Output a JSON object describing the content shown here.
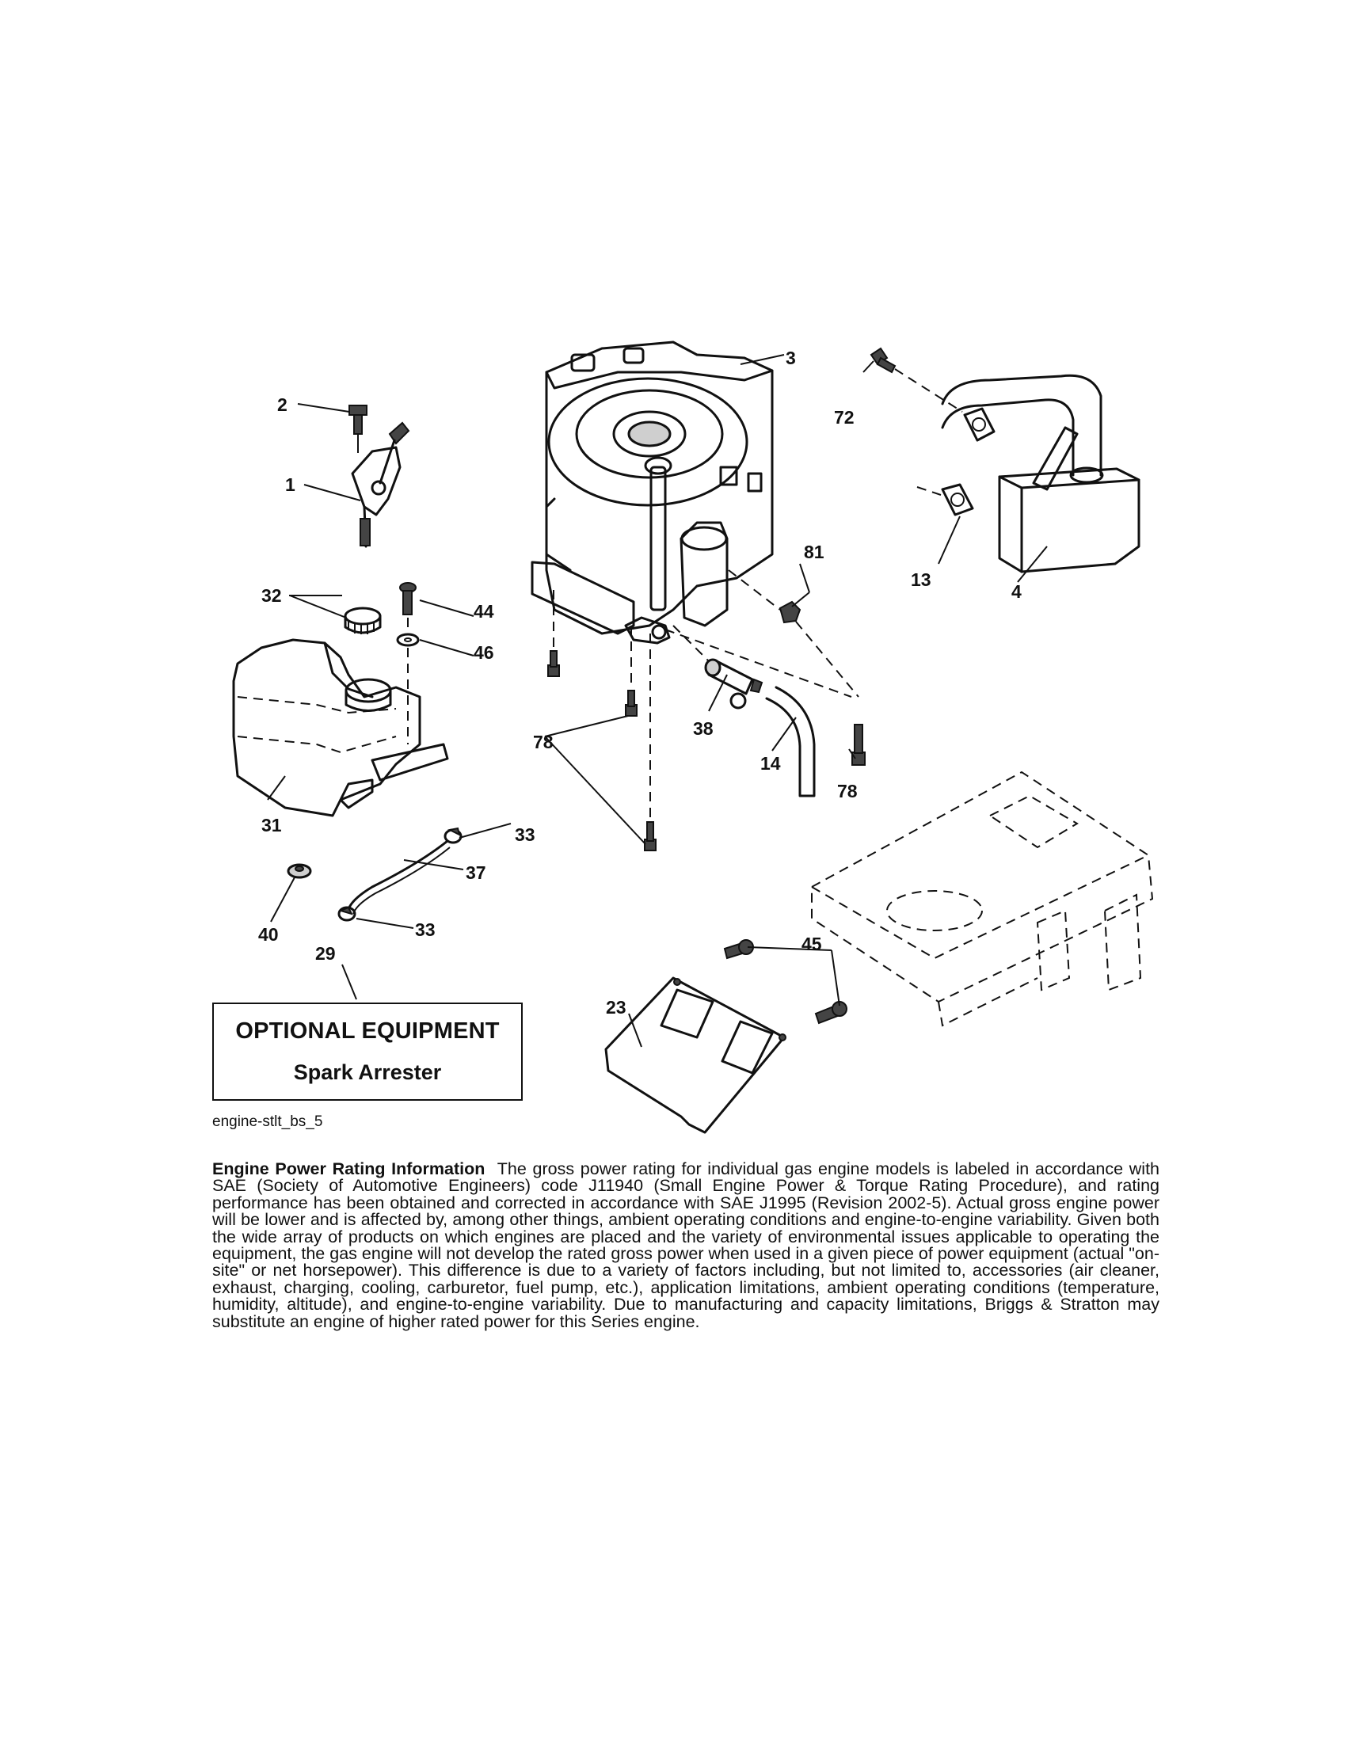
{
  "callouts": {
    "c1": "1",
    "c2": "2",
    "c3": "3",
    "c4": "4",
    "c13": "13",
    "c14": "14",
    "c23": "23",
    "c29": "29",
    "c31": "31",
    "c32": "32",
    "c33a": "33",
    "c33b": "33",
    "c37": "37",
    "c38": "38",
    "c40": "40",
    "c44": "44",
    "c45": "45",
    "c46": "46",
    "c72": "72",
    "c78a": "78",
    "c78b": "78",
    "c81": "81"
  },
  "optional_box": {
    "title": "OPTIONAL EQUIPMENT",
    "subtitle": "Spark Arrester"
  },
  "diagram_code": "engine-stlt_bs_5",
  "rating": {
    "heading": "Engine Power Rating Information",
    "body": "The gross power rating for individual gas engine models is labeled in accordance with SAE (Society of Automotive Engineers) code J11940 (Small Engine Power & Torque Rating Procedure), and rating performance has been obtained and corrected in accordance with SAE J1995 (Revision 2002-5). Actual gross engine power will be lower and is affected by, among other things, ambient operating conditions and engine-to-engine variability. Given both the wide array of products on which engines are placed and the variety of environmental issues applicable to operating the equipment, the gas engine will not develop the rated gross power when used in a given piece of power equipment (actual \"on-site\" or net horsepower). This difference is due to a variety of factors including, but not limited to, accessories (air cleaner, exhaust, charging, cooling, carburetor, fuel pump, etc.), application limitations, ambient operating conditions (temperature, humidity, altitude), and engine-to-engine variability. Due to manufacturing and capacity limitations, Briggs & Stratton may substitute an engine of higher rated power for this Series engine."
  }
}
